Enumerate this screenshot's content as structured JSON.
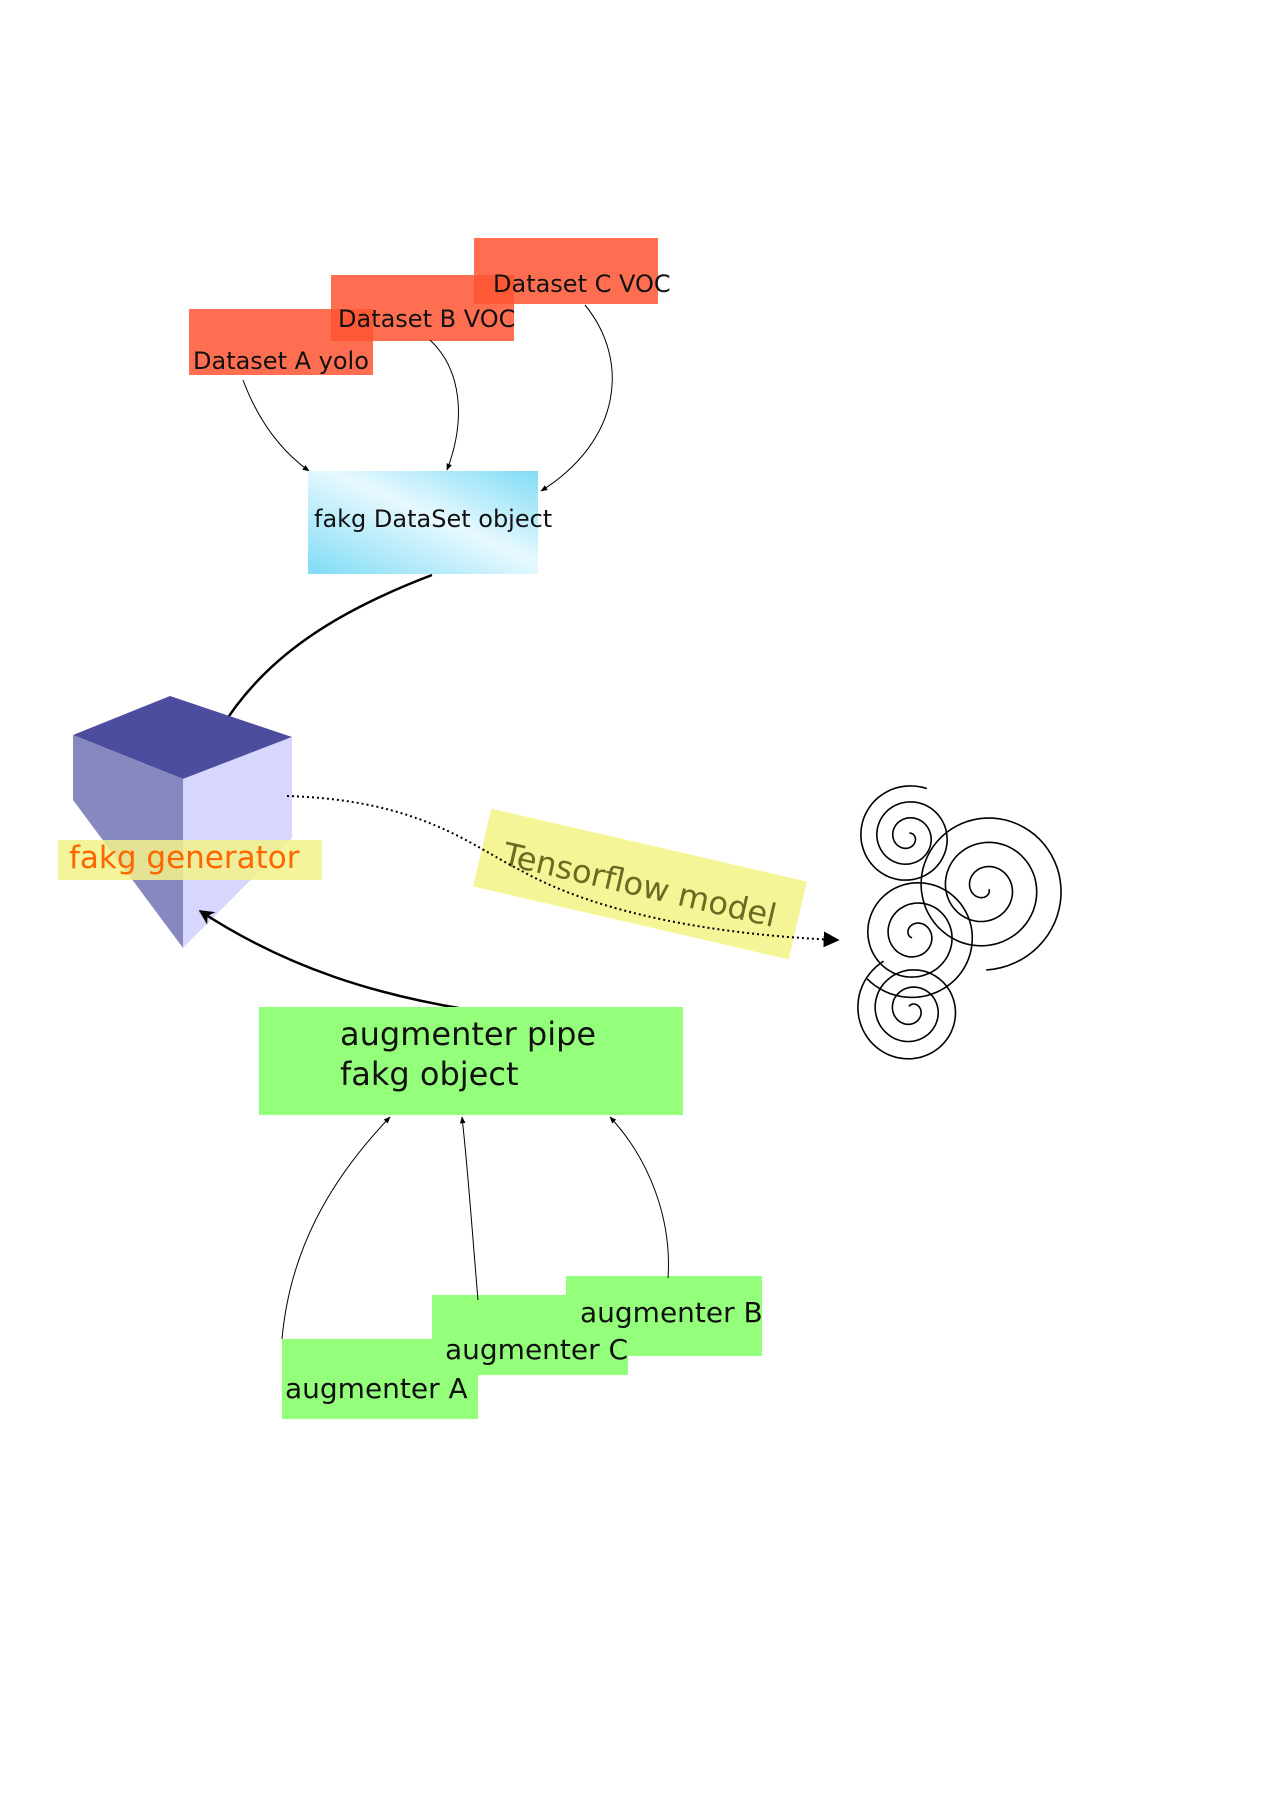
{
  "diagram": {
    "datasets": {
      "a": "Dataset A yolo",
      "b": "Dataset B VOC",
      "c": "Dataset C VOC"
    },
    "dataset_object": "fakg DataSet object",
    "generator": "fakg generator",
    "model": "Tensorflow model",
    "augmenter_pipe": {
      "line1": "augmenter pipe",
      "line2": "fakg object"
    },
    "augmenters": {
      "a": "augmenter A",
      "b": "augmenter B",
      "c": "augmenter C"
    },
    "colors": {
      "dataset_red": "#ff5533",
      "dataset_object_cyan": "#7fdcf5",
      "cube_top": "#4d4d9f",
      "cube_left": "#8888c0",
      "cube_right": "#d6d6ff",
      "generator_label_bg": "#f2f28a",
      "generator_label_text": "#ff6600",
      "model_label_bg": "#f4f48c",
      "model_label_text": "#6a6a22",
      "augmenter_green": "#94ff7a"
    }
  }
}
